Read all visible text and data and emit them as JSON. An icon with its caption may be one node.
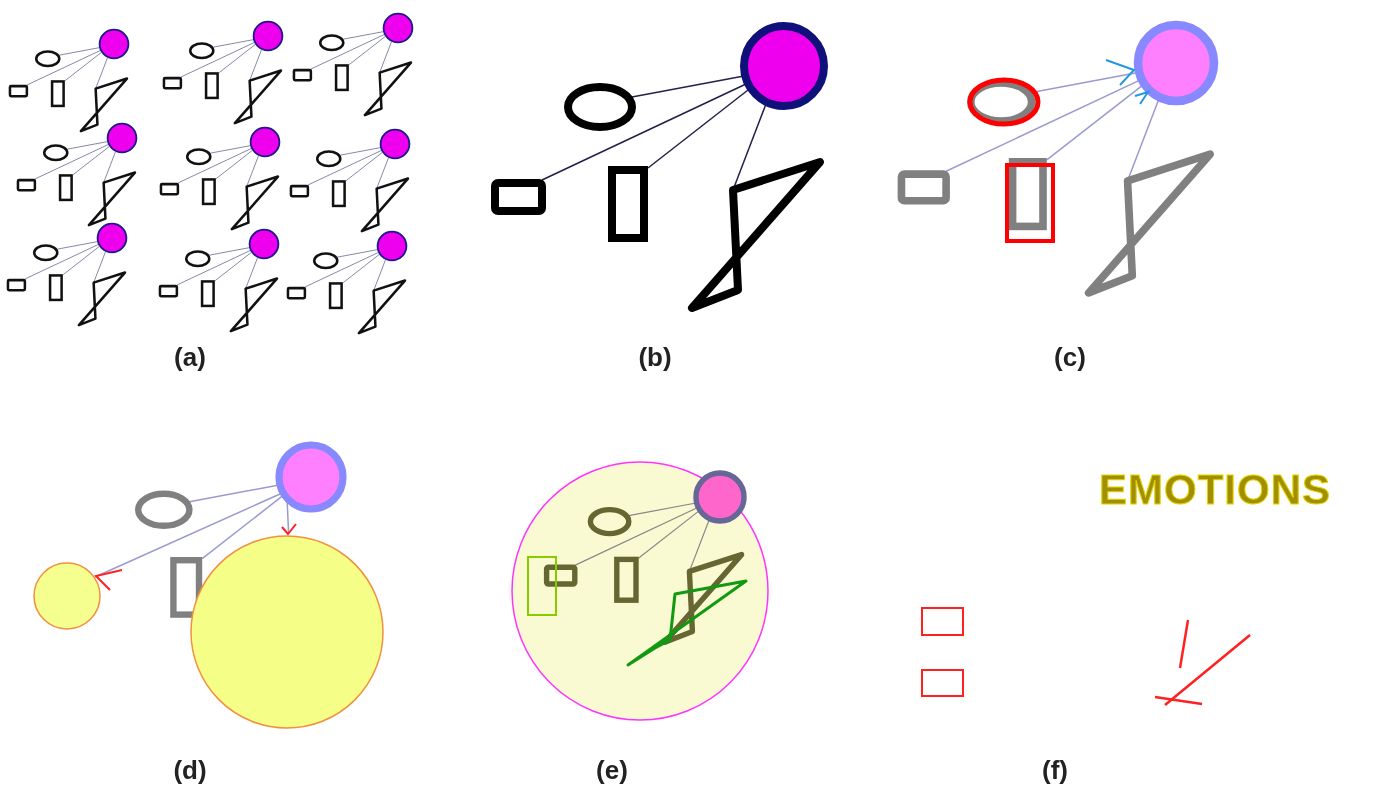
{
  "diagram": {
    "labels": [
      "(a)",
      "(b)",
      "(c)",
      "EMOTIONS",
      "(d)",
      "(e)",
      "(f)"
    ]
  }
}
